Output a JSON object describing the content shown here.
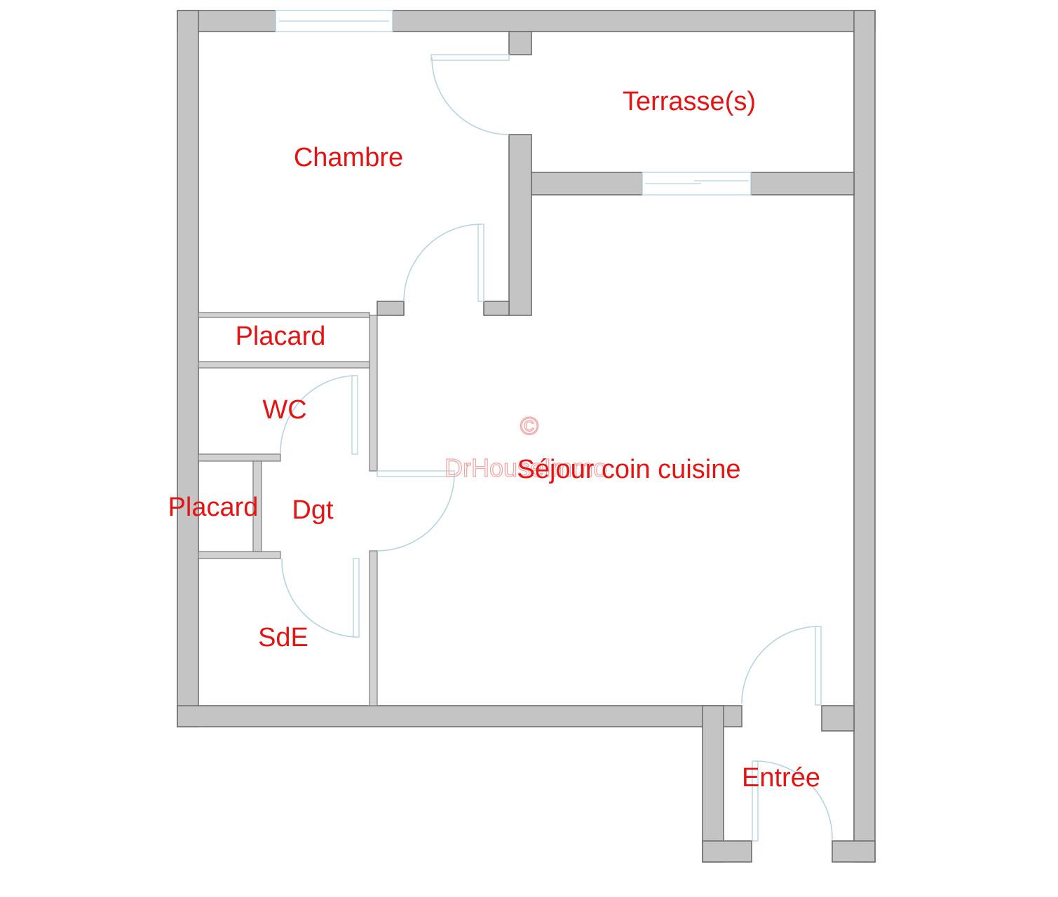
{
  "rooms": {
    "terrasse": "Terrasse(s)",
    "chambre": "Chambre",
    "placard_top": "Placard",
    "wc": "WC",
    "placard_left": "Placard",
    "dgt": "Dgt",
    "sejour": "Séjour coin cuisine",
    "sde": "SdE",
    "entree": "Entrée"
  },
  "watermark": {
    "symbol": "©",
    "text": "DrHouseImmo"
  },
  "colors": {
    "labels": "#e31414",
    "walls": "#c4c4c4",
    "doors": "#b8d3df",
    "watermark": "#f0a7a7"
  }
}
